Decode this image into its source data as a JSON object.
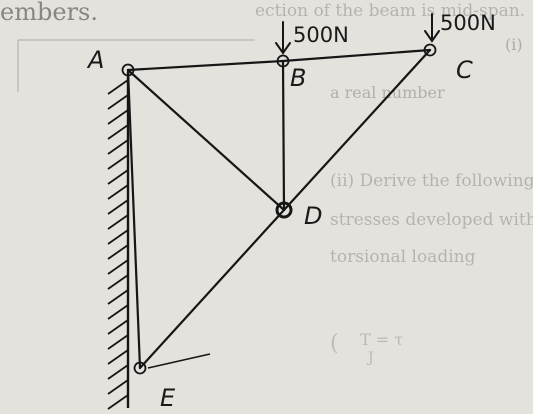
{
  "background_text": {
    "top_left": "embers.",
    "line_1": "ection of the beam is mid-span.",
    "line_2": "(i)",
    "line_3": "a real number",
    "line_4": "(ii)   Derive the following expression for",
    "line_5": "stresses developed within a shaft su",
    "line_6": "torsional loading",
    "formula_fragment": "T   =  τ",
    "formula_denominator": "J",
    "formula_open": "("
  },
  "truss": {
    "nodes": [
      {
        "id": "A",
        "label": "A"
      },
      {
        "id": "B",
        "label": "B"
      },
      {
        "id": "C",
        "label": "C"
      },
      {
        "id": "D",
        "label": "D"
      },
      {
        "id": "E",
        "label": "E"
      }
    ],
    "members": [
      {
        "from": "A",
        "to": "B"
      },
      {
        "from": "B",
        "to": "C"
      },
      {
        "from": "A",
        "to": "D"
      },
      {
        "from": "B",
        "to": "D"
      },
      {
        "from": "C",
        "to": "D"
      },
      {
        "from": "D",
        "to": "E"
      },
      {
        "from": "A",
        "to": "E"
      }
    ],
    "loads": [
      {
        "at": "B",
        "label": "500N"
      },
      {
        "at": "C",
        "label": "500N"
      }
    ],
    "support": "fixed-wall"
  },
  "colors": {
    "ink": "#161616",
    "paper": "#e4e2dd",
    "print": "#3c3b38"
  }
}
